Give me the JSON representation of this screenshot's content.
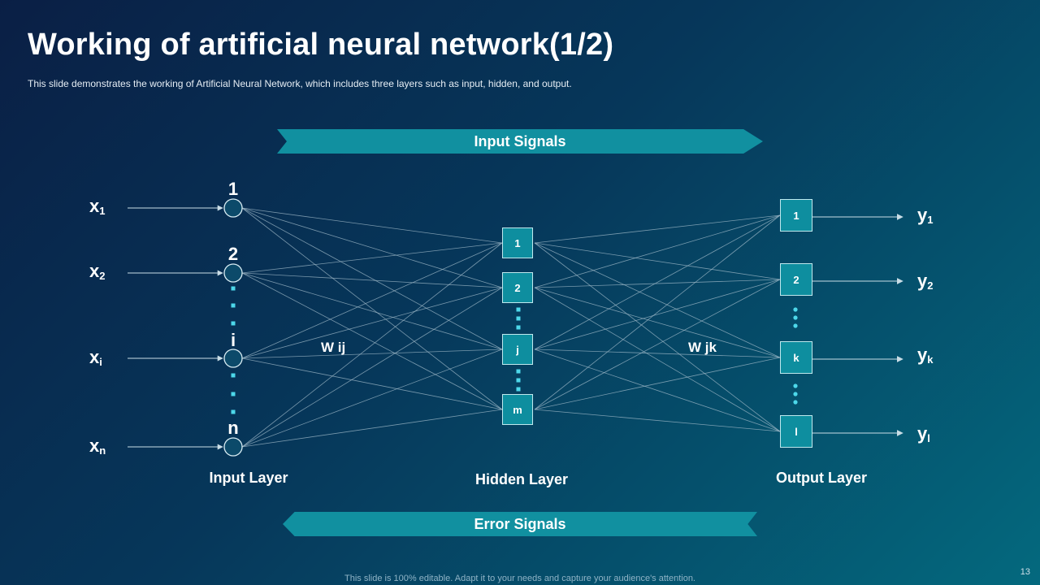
{
  "title": "Working of artificial neural network(1/2)",
  "subtitle": "This slide demonstrates the working of Artificial Neural Network, which includes three layers such as input, hidden, and output.",
  "banners": {
    "input": "Input Signals",
    "error": "Error Signals"
  },
  "inputs": [
    {
      "base": "x",
      "sub": "1",
      "node": "1"
    },
    {
      "base": "x",
      "sub": "2",
      "node": "2"
    },
    {
      "base": "x",
      "sub": "i",
      "node": "i"
    },
    {
      "base": "x",
      "sub": "n",
      "node": "n"
    }
  ],
  "hidden": [
    "1",
    "2",
    "j",
    "m"
  ],
  "outputs": [
    {
      "node": "1",
      "base": "y",
      "sub": "1"
    },
    {
      "node": "2",
      "base": "y",
      "sub": "2"
    },
    {
      "node": "k",
      "base": "y",
      "sub": "k"
    },
    {
      "node": "l",
      "base": "y",
      "sub": "l"
    }
  ],
  "weights": {
    "input_hidden": "W ij",
    "hidden_output": "W jk"
  },
  "layers": {
    "input": "Input Layer",
    "hidden": "Hidden Layer",
    "output": "Output Layer"
  },
  "colors": {
    "dots": "#4dd8ea",
    "node_fill": "#0e8e9f",
    "banner": "#1190a0"
  },
  "footer": "This slide is 100% editable. Adapt it to your needs and capture your audience's attention.",
  "page_number": "13"
}
